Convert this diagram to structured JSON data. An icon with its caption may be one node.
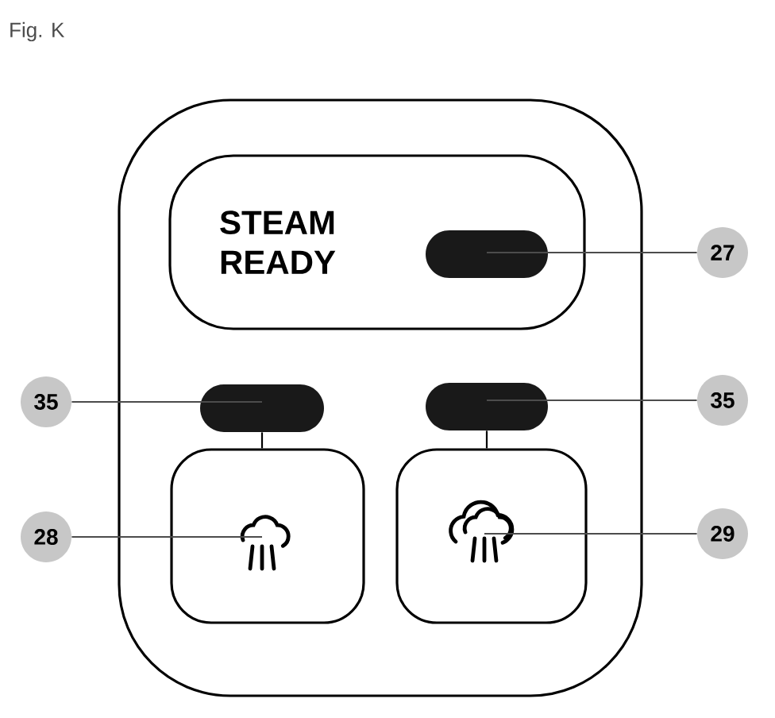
{
  "diagram": {
    "title": "Fig. K",
    "nodes": [
      {
        "text": [],
        "shape": "box"
      },
      {
        "text": [
          "STEAM READY"
        ],
        "in": 0
      },
      {
        "text": [],
        "shape": "bar",
        "in": 1
      },
      {
        "text": [
          "27"
        ]
      },
      {
        "text": [],
        "shape": "bar",
        "in": 0
      },
      {
        "text": [],
        "shape": "bar",
        "in": 0
      },
      {
        "text": [
          "35"
        ]
      },
      {
        "text": [
          "35"
        ]
      },
      {
        "text": [],
        "shape": "box",
        "in": 0
      },
      {
        "text": [],
        "shape": "picture",
        "in": 8
      },
      {
        "text": [],
        "shape": "box",
        "in": 0
      },
      {
        "text": [],
        "shape": "picture",
        "in": 10
      },
      {
        "text": [
          "28"
        ]
      },
      {
        "text": [
          "29"
        ]
      }
    ],
    "edges": [
      {
        "from": 3,
        "to": 2,
        "arrow": "none"
      },
      {
        "from": 6,
        "to": 4,
        "arrow": "none"
      },
      {
        "from": 7,
        "to": 5,
        "arrow": "none"
      },
      {
        "from": 4,
        "to": 8,
        "arrow": "none"
      },
      {
        "from": 5,
        "to": 10,
        "arrow": "none"
      },
      {
        "from": 12,
        "to": 9,
        "arrow": "none"
      },
      {
        "from": 13,
        "to": 11,
        "arrow": "none"
      }
    ]
  }
}
